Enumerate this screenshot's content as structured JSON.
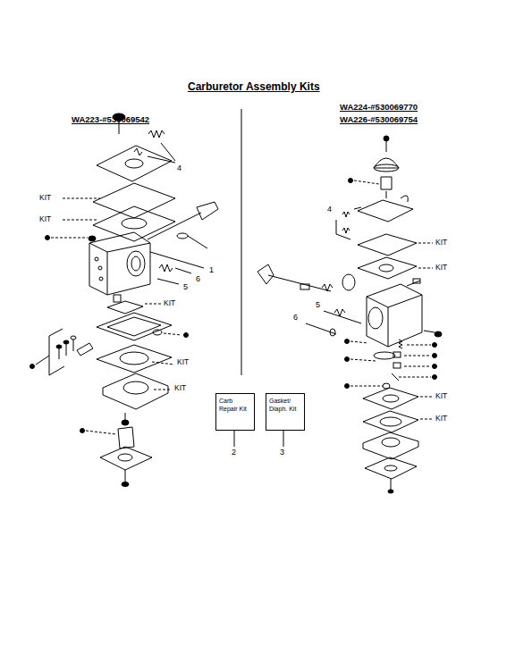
{
  "diagram": {
    "title": "Carburetor Assembly Kits",
    "nodes": [
      {
        "text": [
          "Carb Repair Kit"
        ]
      },
      {
        "text": [
          "Gasket/ Diaph. Kit"
        ]
      }
    ],
    "labels": [
      "WA223-#530069542",
      "WA224-#530069770",
      "WA226-#530069754",
      "4",
      "KIT",
      "KIT",
      "1",
      "6",
      "5",
      "KIT",
      "KIT",
      "KIT",
      "2",
      "3",
      "4",
      "KIT",
      "KIT",
      "5",
      "6",
      "KIT",
      "KIT"
    ]
  }
}
